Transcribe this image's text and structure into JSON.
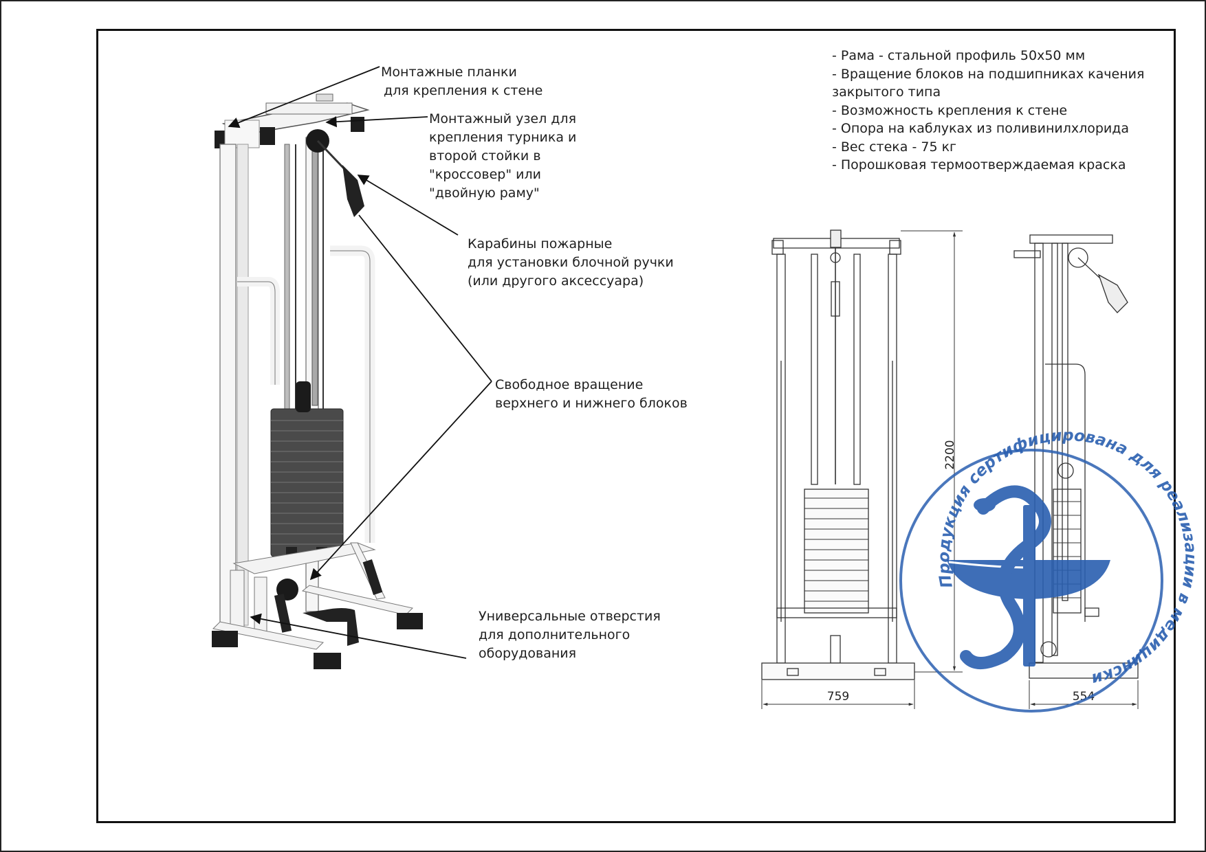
{
  "callouts": [
    {
      "id": "mount-plates",
      "lines": [
        "Монтажные планки",
        "для крепления к стене"
      ]
    },
    {
      "id": "mount-node",
      "lines": [
        "Монтажный узел для",
        "крепления турника и",
        "второй стойки в",
        "\"кроссовер\" или",
        "\"двойную раму\""
      ]
    },
    {
      "id": "carabiners",
      "lines": [
        "Карабины пожарные",
        "для установки блочной ручки",
        "(или другого аксессуара)"
      ]
    },
    {
      "id": "rotation",
      "lines": [
        "Свободное вращение",
        "верхнего и нижнего блоков"
      ]
    },
    {
      "id": "holes",
      "lines": [
        "Универсальные отверстия",
        "для дополнительного",
        "оборудования"
      ]
    }
  ],
  "specs": [
    "- Рама - стальной профиль 50х50 мм",
    "- Вращение блоков на подшипниках качения",
    "закрытого типа",
    "- Возможность крепления к стене",
    "- Опора на каблуках из поливинилхлорида",
    "- Вес стека - 75 кг",
    "- Порошковая термоотверждаемая краска"
  ],
  "dimensions": {
    "height": "2200",
    "width": "759",
    "depth": "554"
  },
  "stamp": {
    "text": "Продукция сертифицирована для реализации в медицинских учреждениях",
    "icon": "rod-of-asclepius-icon",
    "color": "#2a5fb0"
  }
}
